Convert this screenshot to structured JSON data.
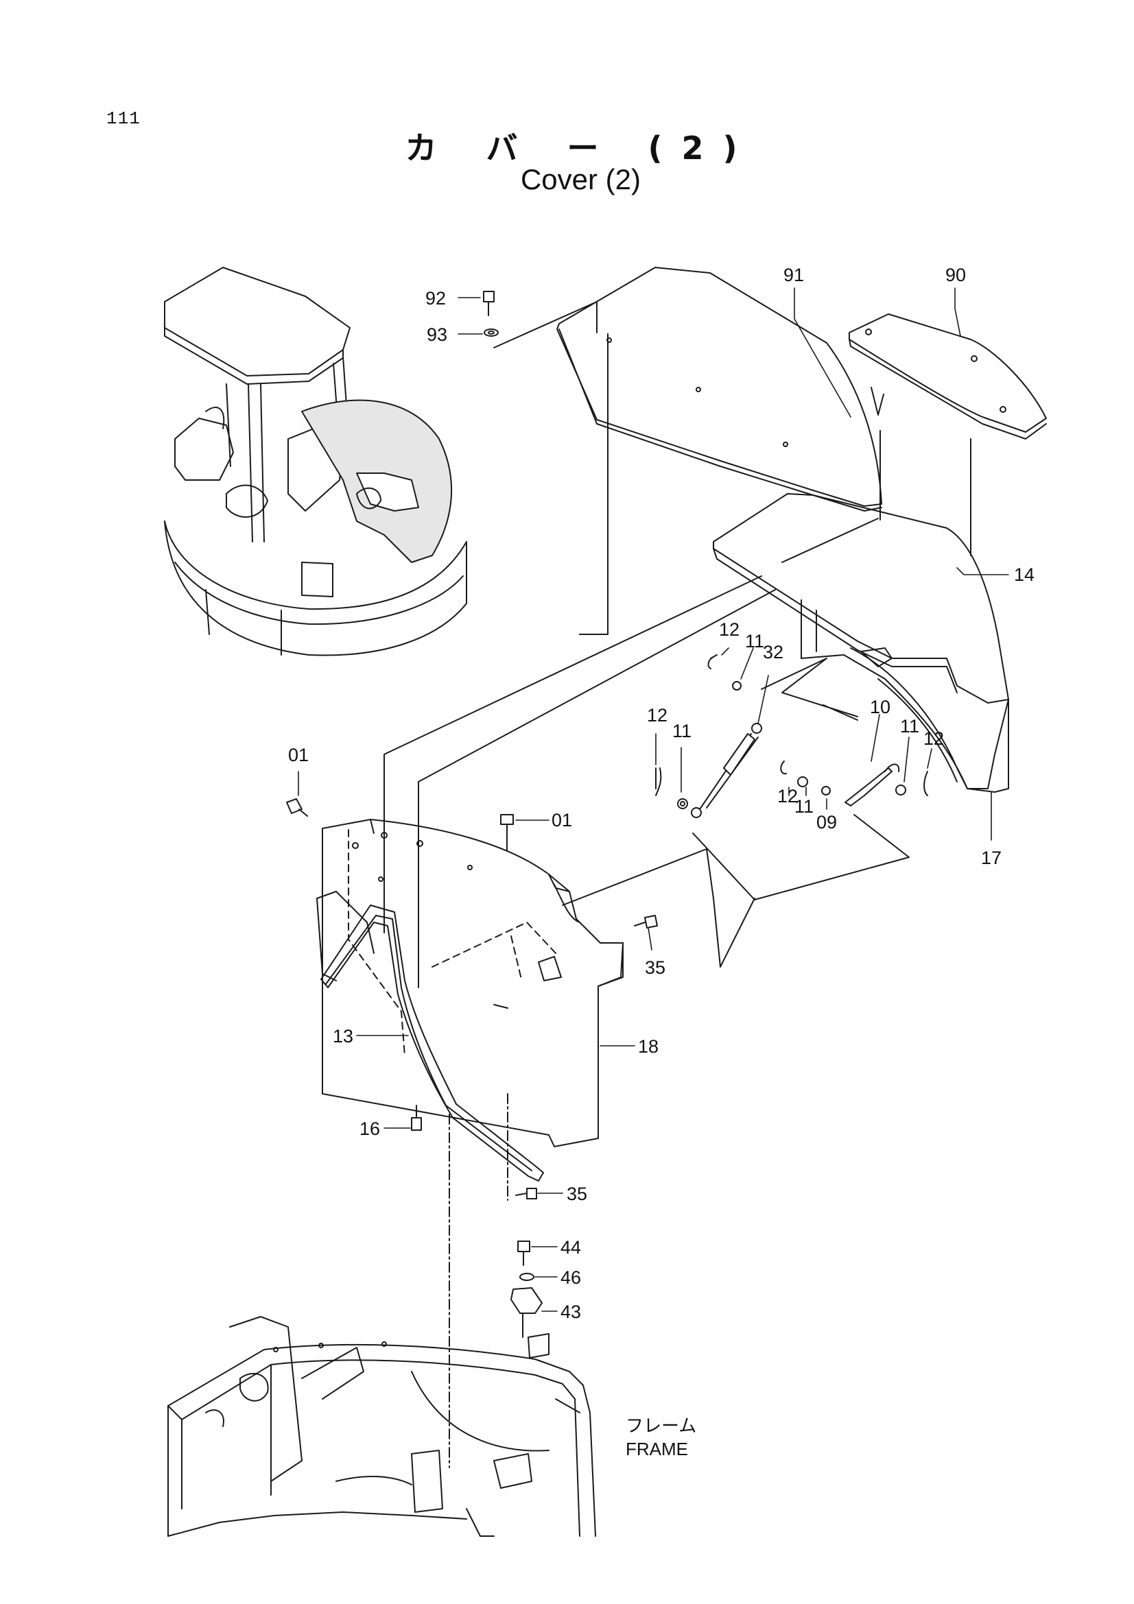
{
  "header": {
    "page_number": "111",
    "title_jp": "カ バ ー (2)",
    "title_en": "Cover (2)"
  },
  "frame_label": {
    "jp": "フレーム",
    "en": "FRAME"
  },
  "callouts": [
    {
      "id": "92",
      "label": "92"
    },
    {
      "id": "93",
      "label": "93"
    },
    {
      "id": "91",
      "label": "91"
    },
    {
      "id": "90",
      "label": "90"
    },
    {
      "id": "14",
      "label": "14"
    },
    {
      "id": "12a",
      "label": "12"
    },
    {
      "id": "11a",
      "label": "11"
    },
    {
      "id": "32",
      "label": "32"
    },
    {
      "id": "12b",
      "label": "12"
    },
    {
      "id": "11b",
      "label": "11"
    },
    {
      "id": "10",
      "label": "10"
    },
    {
      "id": "11c",
      "label": "11"
    },
    {
      "id": "12c",
      "label": "12"
    },
    {
      "id": "12d",
      "label": "12"
    },
    {
      "id": "11d",
      "label": "11"
    },
    {
      "id": "09",
      "label": "09"
    },
    {
      "id": "17",
      "label": "17"
    },
    {
      "id": "01a",
      "label": "01"
    },
    {
      "id": "01b",
      "label": "01"
    },
    {
      "id": "35a",
      "label": "35"
    },
    {
      "id": "18",
      "label": "18"
    },
    {
      "id": "13",
      "label": "13"
    },
    {
      "id": "16",
      "label": "16"
    },
    {
      "id": "35b",
      "label": "35"
    },
    {
      "id": "44",
      "label": "44"
    },
    {
      "id": "46",
      "label": "46"
    },
    {
      "id": "43",
      "label": "43"
    }
  ]
}
